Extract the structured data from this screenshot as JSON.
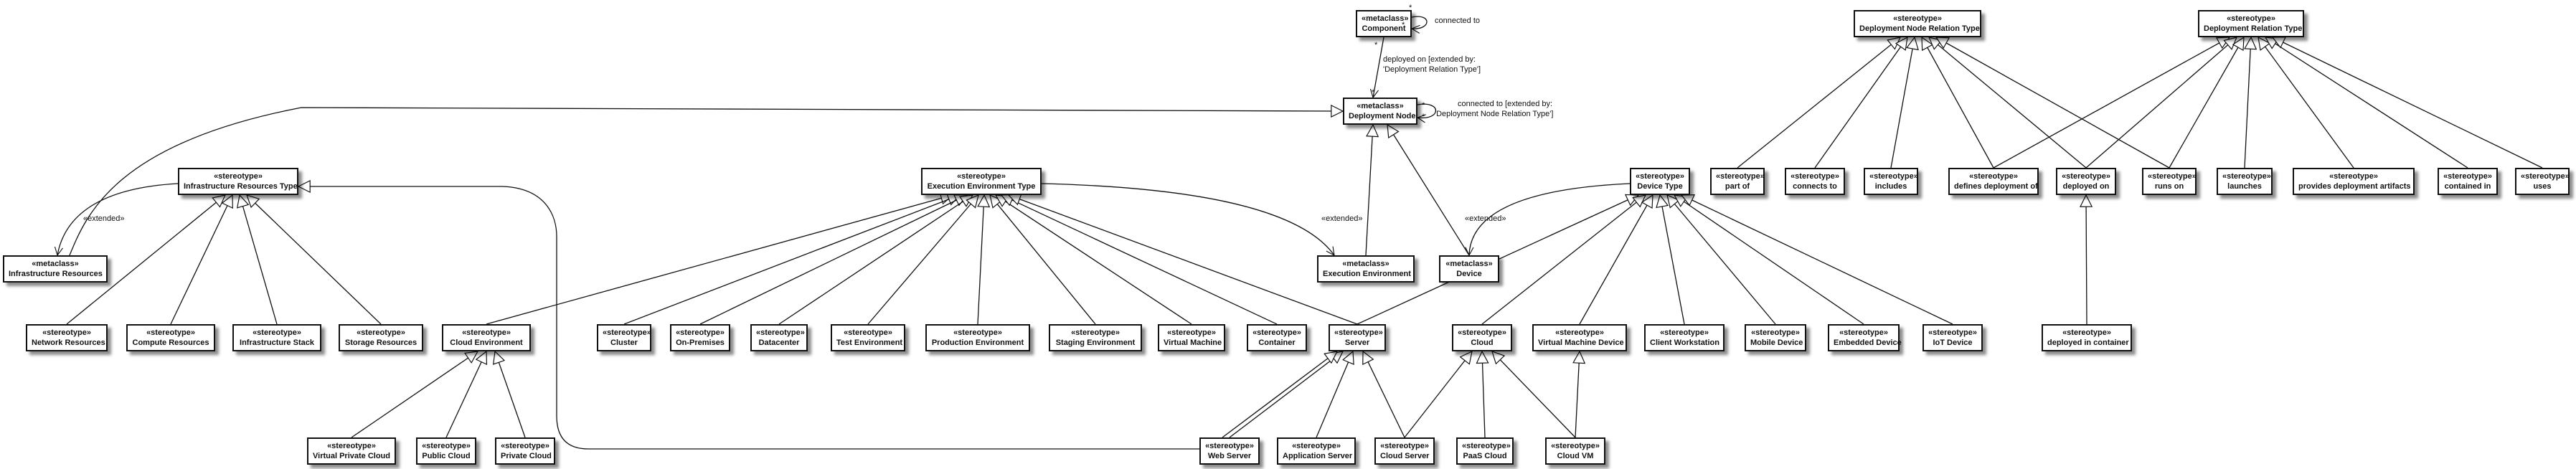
{
  "nodes": [
    {
      "id": "component",
      "stereo": "«metaclass»",
      "name": "Component"
    },
    {
      "id": "deployment_node",
      "stereo": "«metaclass»",
      "name": "Deployment Node"
    },
    {
      "id": "dnrt",
      "stereo": "«stereotype»",
      "name": "Deployment Node Relation Type"
    },
    {
      "id": "drt",
      "stereo": "«stereotype»",
      "name": "Deployment Relation Type"
    },
    {
      "id": "irt",
      "stereo": "«stereotype»",
      "name": "Infrastructure Resources Type"
    },
    {
      "id": "eet",
      "stereo": "«stereotype»",
      "name": "Execution Environment Type"
    },
    {
      "id": "dt",
      "stereo": "«stereotype»",
      "name": "Device Type"
    },
    {
      "id": "part_of",
      "stereo": "«stereotype»",
      "name": "part of"
    },
    {
      "id": "connects_to",
      "stereo": "«stereotype»",
      "name": "connects to"
    },
    {
      "id": "includes",
      "stereo": "«stereotype»",
      "name": "includes"
    },
    {
      "id": "defines_deployment_of",
      "stereo": "«stereotype»",
      "name": "defines deployment of"
    },
    {
      "id": "deployed_on",
      "stereo": "«stereotype»",
      "name": "deployed on"
    },
    {
      "id": "runs_on",
      "stereo": "«stereotype»",
      "name": "runs on"
    },
    {
      "id": "launches",
      "stereo": "«stereotype»",
      "name": "launches"
    },
    {
      "id": "provides_deployment_artifacts",
      "stereo": "«stereotype»",
      "name": "provides deployment artifacts"
    },
    {
      "id": "contained_in",
      "stereo": "«stereotype»",
      "name": "contained in"
    },
    {
      "id": "uses",
      "stereo": "«stereotype»",
      "name": "uses"
    },
    {
      "id": "infra_resources",
      "stereo": "«metaclass»",
      "name": "Infrastructure Resources"
    },
    {
      "id": "exec_env",
      "stereo": "«metaclass»",
      "name": "Execution Environment"
    },
    {
      "id": "device",
      "stereo": "«metaclass»",
      "name": "Device"
    },
    {
      "id": "network_resources",
      "stereo": "«stereotype»",
      "name": "Network Resources"
    },
    {
      "id": "compute_resources",
      "stereo": "«stereotype»",
      "name": "Compute Resources"
    },
    {
      "id": "infra_stack",
      "stereo": "«stereotype»",
      "name": "Infrastructure Stack"
    },
    {
      "id": "storage_resources",
      "stereo": "«stereotype»",
      "name": "Storage Resources"
    },
    {
      "id": "cloud_env",
      "stereo": "«stereotype»",
      "name": "Cloud Environment"
    },
    {
      "id": "cluster",
      "stereo": "«stereotype»",
      "name": "Cluster"
    },
    {
      "id": "on_premises",
      "stereo": "«stereotype»",
      "name": "On-Premises"
    },
    {
      "id": "datacenter",
      "stereo": "«stereotype»",
      "name": "Datacenter"
    },
    {
      "id": "test_env",
      "stereo": "«stereotype»",
      "name": "Test Environment"
    },
    {
      "id": "prod_env",
      "stereo": "«stereotype»",
      "name": "Production Environment"
    },
    {
      "id": "staging_env",
      "stereo": "«stereotype»",
      "name": "Staging Environment"
    },
    {
      "id": "virtual_machine",
      "stereo": "«stereotype»",
      "name": "Virtual Machine"
    },
    {
      "id": "container",
      "stereo": "«stereotype»",
      "name": "Container"
    },
    {
      "id": "server",
      "stereo": "«stereotype»",
      "name": "Server"
    },
    {
      "id": "cloud",
      "stereo": "«stereotype»",
      "name": "Cloud"
    },
    {
      "id": "vm_device",
      "stereo": "«stereotype»",
      "name": "Virtual Machine Device"
    },
    {
      "id": "client_ws",
      "stereo": "«stereotype»",
      "name": "Client Workstation"
    },
    {
      "id": "mobile_device",
      "stereo": "«stereotype»",
      "name": "Mobile Device"
    },
    {
      "id": "embedded_device",
      "stereo": "«stereotype»",
      "name": "Embedded Device"
    },
    {
      "id": "iot_device",
      "stereo": "«stereotype»",
      "name": "IoT Device"
    },
    {
      "id": "deployed_in_container",
      "stereo": "«stereotype»",
      "name": "deployed in container"
    },
    {
      "id": "vpc",
      "stereo": "«stereotype»",
      "name": "Virtual Private Cloud"
    },
    {
      "id": "public_cloud",
      "stereo": "«stereotype»",
      "name": "Public Cloud"
    },
    {
      "id": "private_cloud",
      "stereo": "«stereotype»",
      "name": "Private Cloud"
    },
    {
      "id": "web_server",
      "stereo": "«stereotype»",
      "name": "Web Server"
    },
    {
      "id": "app_server",
      "stereo": "«stereotype»",
      "name": "Application Server"
    },
    {
      "id": "cloud_server",
      "stereo": "«stereotype»",
      "name": "Cloud Server"
    },
    {
      "id": "paas_cloud",
      "stereo": "«stereotype»",
      "name": "PaaS Cloud"
    },
    {
      "id": "cloud_vm",
      "stereo": "«stereotype»",
      "name": "Cloud VM"
    }
  ],
  "edge_labels": {
    "component_self": "connected to",
    "deployed_on_line1": "deployed on [extended by:",
    "deployed_on_line2": "'Deployment Relation Type']",
    "dn_self_line1": "connected to [extended by:",
    "dn_self_line2": "'Deployment Node Relation Type']",
    "extended_infra": "«extended»",
    "extended_exec": "«extended»",
    "extended_device": "«extended»",
    "mult_star": "*"
  },
  "colors": {
    "line": "#111111",
    "fill": "#ffffff"
  }
}
